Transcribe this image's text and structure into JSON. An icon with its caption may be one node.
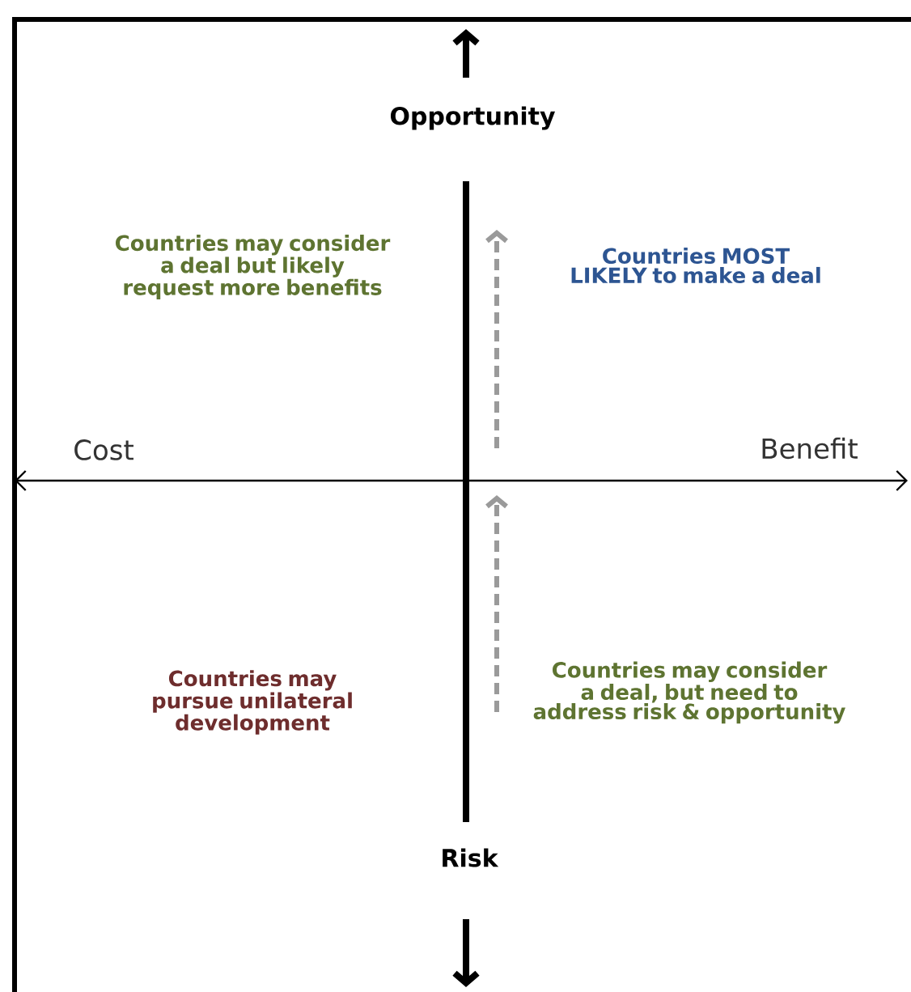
{
  "diagram": {
    "labels": [
      "Opportunity",
      "Countries may consider a deal but likely request more benefits",
      "Countries MOST LIKELY to make a deal",
      "Cost",
      "Benefit",
      "Countries may pursue unilateral development",
      "Countries may consider a deal, but need to address risk & opportunity",
      "Risk"
    ]
  }
}
